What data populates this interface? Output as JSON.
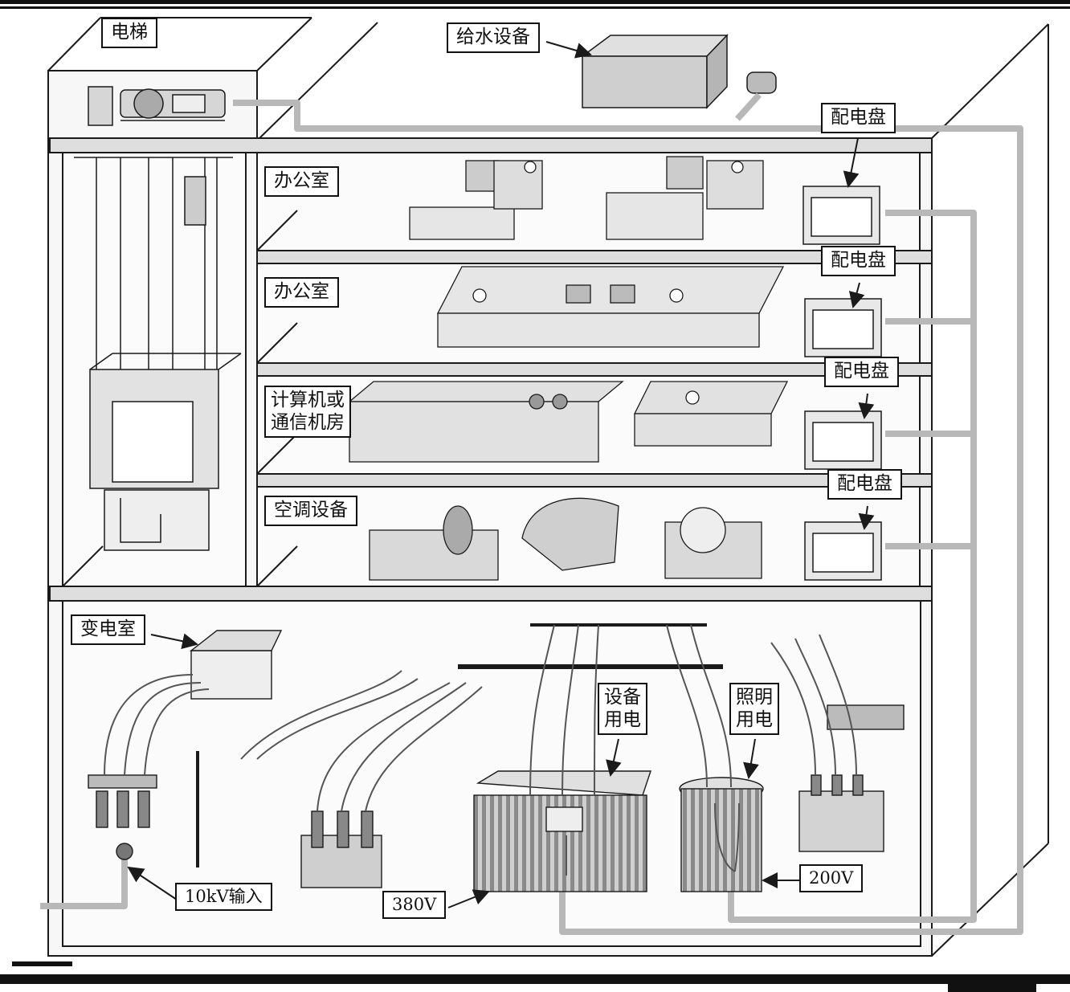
{
  "labels": {
    "elevator": "电梯",
    "water_supply": "给水设备",
    "office_1": "办公室",
    "office_2": "办公室",
    "computer_room_line1": "计算机或",
    "computer_room_line2": "通信机房",
    "air_conditioning": "空调设备",
    "substation": "变电室",
    "panel_1": "配电盘",
    "panel_2": "配电盘",
    "panel_3": "配电盘",
    "panel_4": "配电盘",
    "equipment_power_line1": "设备",
    "equipment_power_line2": "用电",
    "lighting_power_line1": "照明",
    "lighting_power_line2": "用电",
    "input_10kv": "10kV输入",
    "v380": "380V",
    "v200": "200V"
  },
  "colors": {
    "ink": "#1a1a1a",
    "cable": "#b8b8b8",
    "wall_fill": "#f4f4f4",
    "equipment_fill": "#d9d9d9"
  }
}
